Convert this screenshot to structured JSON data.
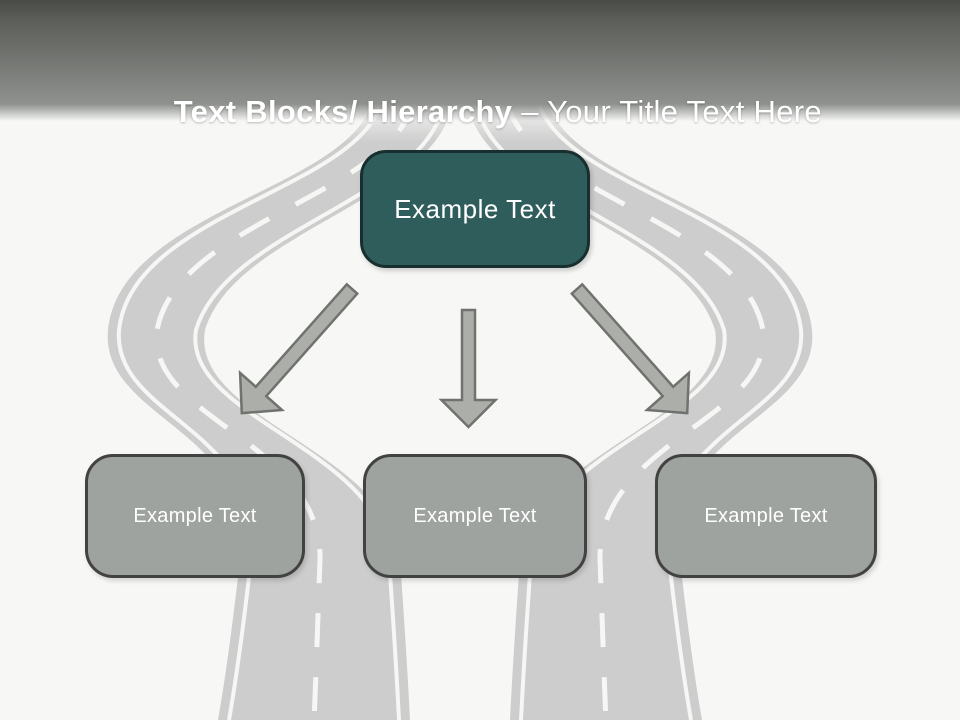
{
  "header": {
    "title_bold": "Text Blocks/ Hierarchy",
    "title_rest": " – Your Title Text Here"
  },
  "diagram": {
    "root": {
      "label": "Example Text"
    },
    "children": [
      {
        "label": "Example Text"
      },
      {
        "label": "Example Text"
      },
      {
        "label": "Example Text"
      }
    ]
  },
  "icons": {
    "arrow_left": "diagonal-down-left-arrow",
    "arrow_center": "straight-down-arrow",
    "arrow_right": "diagonal-down-right-arrow"
  },
  "colors": {
    "background": "#F7F7F6",
    "header_gradient_top": "#484B46",
    "header_gradient_bottom": "#8E918D",
    "title_text": "#FFFFFF",
    "road_fill": "#CDCDCD",
    "road_line": "#F6F6F4",
    "root_fill": "#2F5D5C",
    "root_border": "#17302F",
    "child_fill": "#9FA3A0",
    "child_border": "#424242",
    "arrow_fill": "#ACAEAA",
    "arrow_border": "#70726E"
  }
}
